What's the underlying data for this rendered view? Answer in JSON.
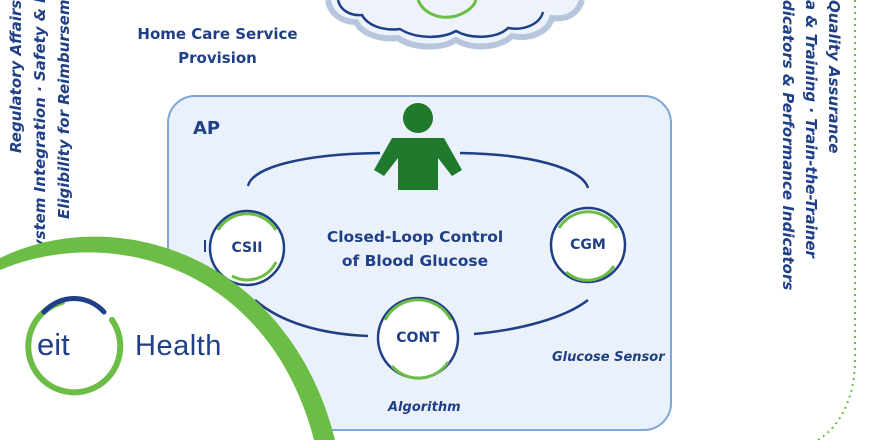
{
  "left_vertical": {
    "line1": "Regulatory Affairs",
    "line2": "System Integration · Safety & Eff",
    "line3": "Eligibility for Reimbursem"
  },
  "right_vertical": {
    "line1": "Quality Assurance",
    "line2": "a & Training · Train-the-Trainer",
    "line3": "dicators & Performance Indicators"
  },
  "home_care": {
    "line1": "Home Care Service",
    "line2": "Provision"
  },
  "ap_box": {
    "label": "AP",
    "center_line1": "Closed-Loop Control",
    "center_line2": "of Blood Glucose"
  },
  "nodes": {
    "csii": "CSII",
    "cgm": "CGM",
    "cont": "CONT"
  },
  "captions": {
    "glucose_sensor": "Glucose Sensor",
    "algorithm": "Algorithm"
  },
  "logo": {
    "eit": "eit",
    "health": "Health"
  },
  "colors": {
    "navy": "#1f3f86",
    "green": "#6cbd45",
    "dark_green": "#1f7a2e",
    "box_fill": "#eaf1fa",
    "box_border": "#7fa6d8"
  }
}
